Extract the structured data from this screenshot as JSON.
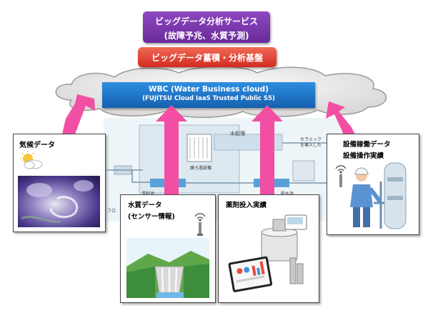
{
  "top_box": {
    "line1": "ビッグデータ分析サービス",
    "line2": "(故障予兆、水質予測)"
  },
  "platform_box": {
    "label": "ビッグデータ蓄積・分析基盤"
  },
  "cloud": {
    "line1": "WBC (Water  Business cloud)",
    "line2": "(FUJITSU Cloud IaaS Trusted Public S5)"
  },
  "cards": {
    "weather": {
      "title": "気候データ"
    },
    "water_quality": {
      "line1": "水質データ",
      "line2": "(センサー情報)"
    },
    "chemical": {
      "title": "薬剤投入実績"
    },
    "equipment": {
      "line1": "設備稼働データ",
      "line2": "設備操作実績"
    }
  },
  "plant_labels": {
    "inlet_tank": "水処理",
    "ceramic_line1": "セラミック",
    "ceramic_line2": "を導入した",
    "filter": "膜ろ過設備",
    "mixing": "混和池",
    "distribution": "配水池",
    "flow": "フロ"
  },
  "colors": {
    "purple": "#7030A0",
    "red": "#E0332B",
    "cloud_blue": "#1E73C8",
    "arrow_pink": "#F24FA4"
  }
}
